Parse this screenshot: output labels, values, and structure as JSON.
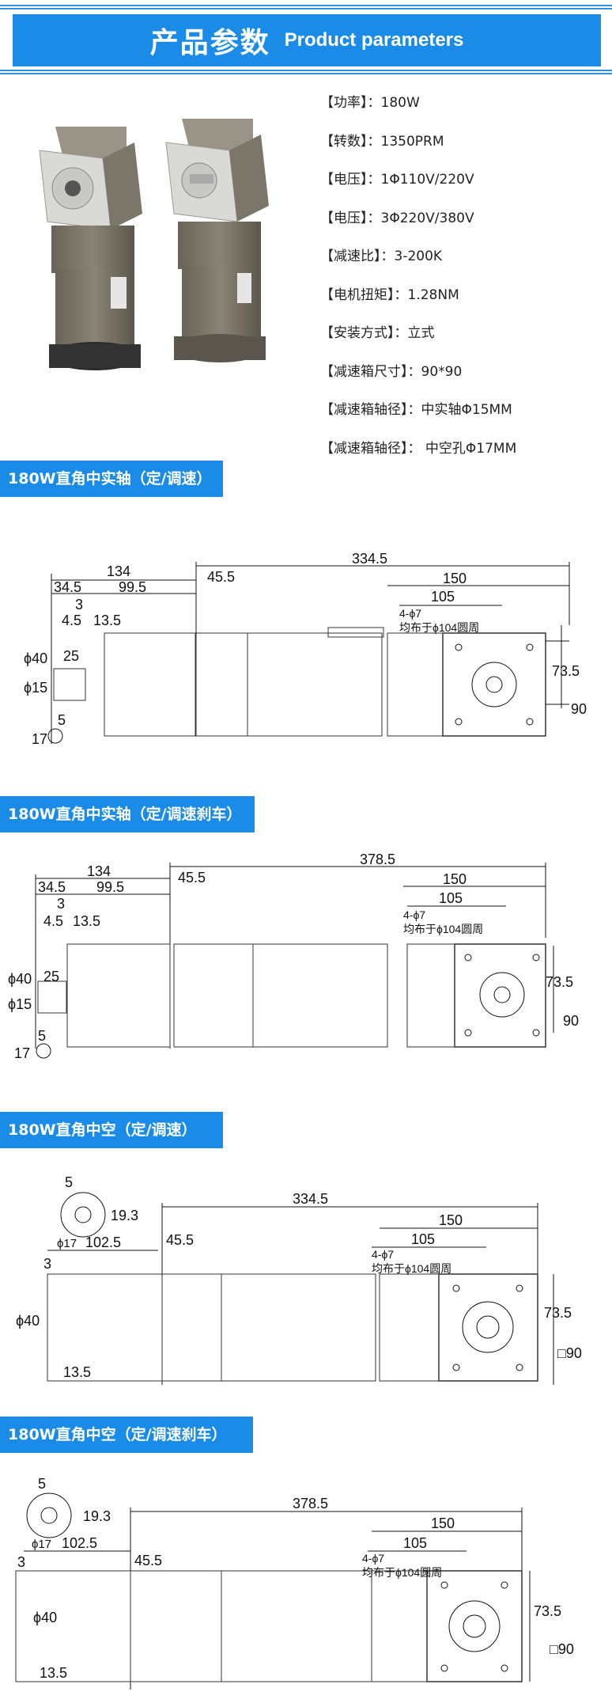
{
  "banner": {
    "title_cn": "产品参数",
    "title_en": "Product parameters"
  },
  "params": [
    {
      "label": "【功率】",
      "value": "：180W"
    },
    {
      "label": "【转数】",
      "value": "：1350PRM"
    },
    {
      "label": "【电压】",
      "value": "：1Φ110V/220V"
    },
    {
      "label": "【电压】",
      "value": "：3Φ220V/380V"
    },
    {
      "label": "【减速比】",
      "value": "：3-200K"
    },
    {
      "label": "【电机扭矩】",
      "value": "：1.28NM"
    },
    {
      "label": "【安装方式】",
      "value": "：立式"
    },
    {
      "label": "【减速箱尺寸】",
      "value": "：90*90"
    },
    {
      "label": "【减速箱轴径】",
      "value": "：中实轴Φ15MM"
    },
    {
      "label": "【减速箱轴径】",
      "value": "： 中空孔Φ17MM"
    }
  ],
  "sections": [
    {
      "title": "180W直角中实轴（定/调速）",
      "dims": {
        "total": "334.5",
        "sideA": "134",
        "sideB": "99.5",
        "sideC": "34.5",
        "d3": "3",
        "d45": "4.5",
        "d135": "13.5",
        "d455": "45.5",
        "d150": "150",
        "d105": "105",
        "hole": "4-ϕ7",
        "circle": "均布于ϕ104圆周",
        "d735": "73.5",
        "d90": "90",
        "phi40": "ϕ40",
        "d25": "25",
        "phi15": "ϕ15",
        "key5": "5",
        "key17": "17"
      }
    },
    {
      "title": "180W直角中实轴（定/调速刹车）",
      "dims": {
        "total": "378.5",
        "sideA": "134",
        "sideB": "99.5",
        "sideC": "34.5",
        "d3": "3",
        "d45": "4.5",
        "d135": "13.5",
        "d455": "45.5",
        "d150": "150",
        "d105": "105",
        "hole": "4-ϕ7",
        "circle": "均布于ϕ104圆周",
        "d735": "73.5",
        "d90": "90",
        "phi40": "ϕ40",
        "d25": "25",
        "phi15": "ϕ15",
        "key5": "5",
        "key17": "17"
      }
    },
    {
      "title": "180W直角中空（定/调速）",
      "dims": {
        "total": "334.5",
        "key5": "5",
        "key193": "19.3",
        "phi17": "ϕ17",
        "sideB": "102.5",
        "d3": "3",
        "phi40": "ϕ40",
        "d135": "13.5",
        "d455": "45.5",
        "d150": "150",
        "d105": "105",
        "hole": "4-ϕ7",
        "circle": "均布于ϕ104圆周",
        "d735": "73.5",
        "d90": "□90"
      }
    },
    {
      "title": "180W直角中空（定/调速刹车）",
      "dims": {
        "total": "378.5",
        "key5": "5",
        "key193": "19.3",
        "phi17": "ϕ17",
        "sideB": "102.5",
        "d3": "3",
        "phi40": "ϕ40",
        "d135": "13.5",
        "d455": "45.5",
        "d150": "150",
        "d105": "105",
        "hole": "4-ϕ7",
        "circle": "均布于ϕ104圆周",
        "d735": "73.5",
        "d90": "□90"
      }
    }
  ]
}
